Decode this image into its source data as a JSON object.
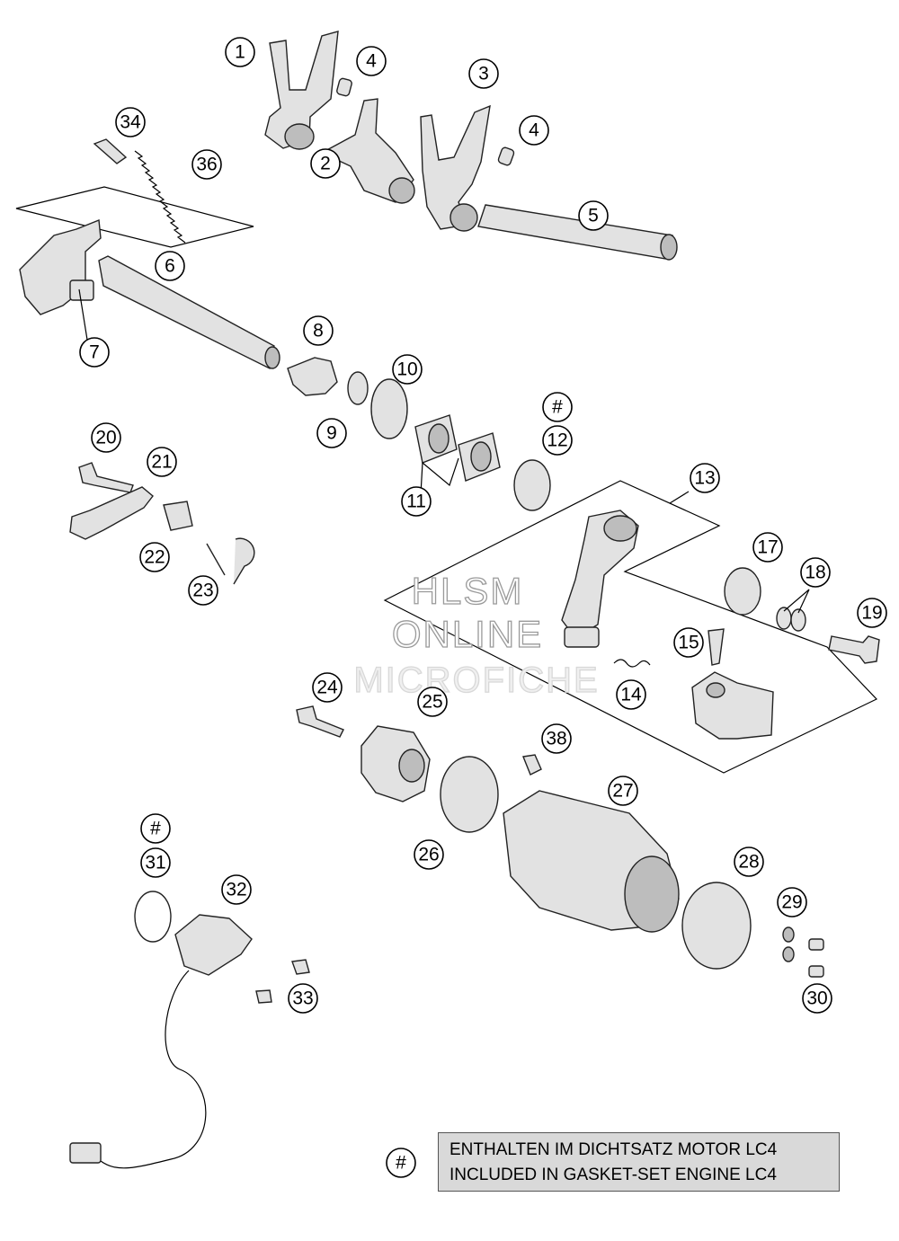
{
  "callouts": [
    "1",
    "2",
    "3",
    "4",
    "4",
    "5",
    "6",
    "7",
    "8",
    "9",
    "10",
    "#",
    "12",
    "11",
    "13",
    "17",
    "18",
    "19",
    "20",
    "21",
    "22",
    "23",
    "15",
    "14",
    "24",
    "25",
    "38",
    "27",
    "26",
    "#",
    "31",
    "32",
    "33",
    "28",
    "29",
    "30",
    "34",
    "36",
    "#"
  ],
  "watermark": {
    "line1": "HLSM",
    "line2": "ONLINE",
    "line3": "MICROFICHE"
  },
  "legend": {
    "symbol": "#",
    "line_de": "ENTHALTEN IM DICHTSATZ MOTOR LC4",
    "line_en": "INCLUDED IN GASKET-SET ENGINE LC4"
  },
  "colors": {
    "part_fill": "#e2e2e2",
    "legend_fill": "#d9d9d9",
    "outline": "#222222"
  }
}
